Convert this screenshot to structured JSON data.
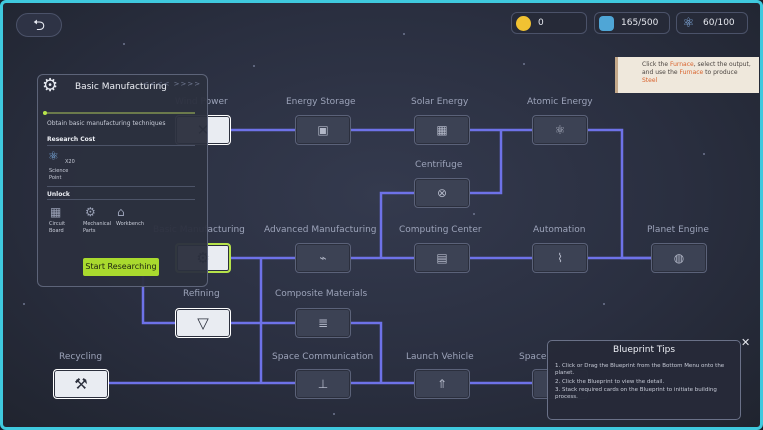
{
  "topbar": {
    "back_label": "⮌",
    "coins": "0",
    "cards": "165/500",
    "science": "60/100"
  },
  "hint": {
    "part1": "Click the ",
    "furnace1": "Furnace",
    "part2": ", select the output, and use the ",
    "furnace2": "Furnace",
    "part3": " to produce ",
    "steel": "Steel"
  },
  "nodes": {
    "wind_power": "Wind Power",
    "energy_storage": "Energy Storage",
    "solar_energy": "Solar Energy",
    "atomic_energy": "Atomic Energy",
    "centrifuge": "Centrifuge",
    "basic_manufacturing": "Basic Manufacturing",
    "advanced_manufacturing": "Advanced Manufacturing",
    "computing_center": "Computing Center",
    "automation": "Automation",
    "planet_engine": "Planet Engine",
    "refining": "Refining",
    "composite_materials": "Composite Materials",
    "recycling": "Recycling",
    "space_communication": "Space Communication",
    "launch_vehicle": "Launch Vehicle",
    "space": "Space"
  },
  "panel": {
    "title": "Basic Manufacturing",
    "arrows": "<<<< >>>>",
    "description": "Obtain basic manufacturing techniques",
    "research_cost_label": "Research Cost",
    "cost_amount": "X20",
    "cost_item": "Science Point",
    "unlock_label": "Unlock",
    "unlocks": [
      "Circuit Board",
      "Mechanical Parts",
      "Workbench"
    ],
    "start_button": "Start Researching"
  },
  "tips": {
    "title": "Blueprint Tips",
    "lines": [
      "1. Click or Drag the Blueprint from the Bottom Menu onto the planet.",
      "2. Click the Blueprint to view the detail.",
      "3. Stack required cards on the Blueprint to initiate building process."
    ],
    "close": "✕"
  },
  "colors": {
    "frame": "#3fc9de",
    "line": "#6e72e8",
    "accent": "#a9da2e"
  }
}
